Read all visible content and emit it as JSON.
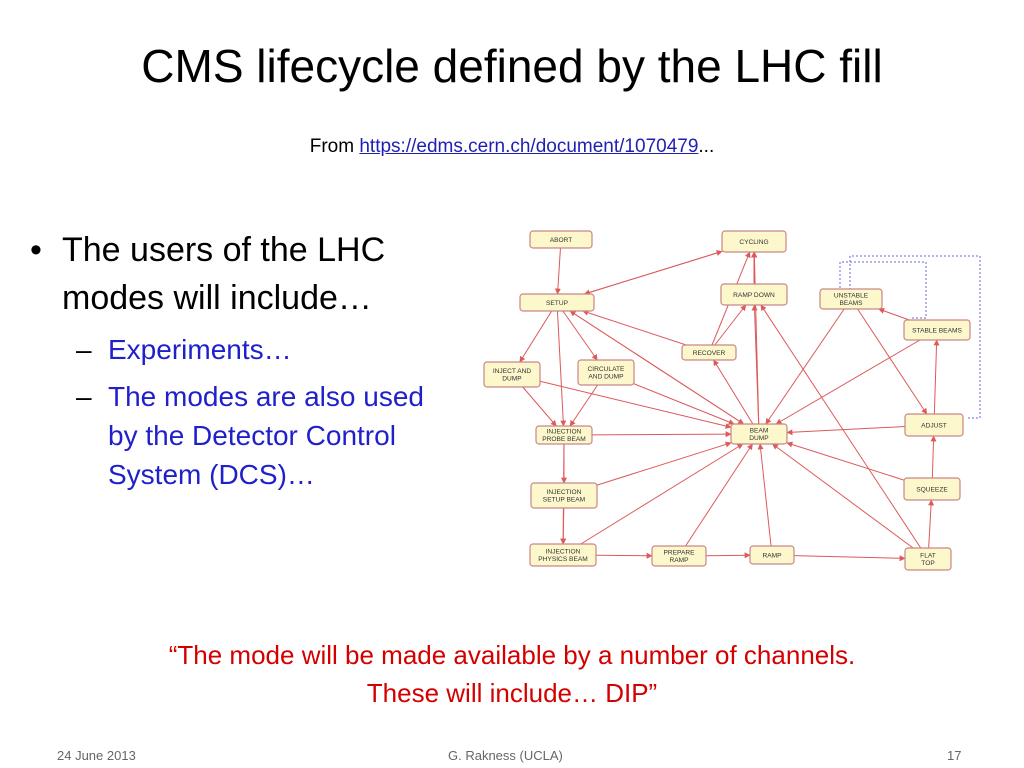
{
  "title": "CMS lifecycle defined by the LHC fill",
  "source": {
    "prefix": "From ",
    "link": "https://edms.cern.ch/document/1070479",
    "suffix": "..."
  },
  "bullets": {
    "main": "The users of the LHC modes will include…",
    "sub1": "Experiments…",
    "sub2": "The modes are also used by the Detector Control System (DCS)…"
  },
  "quote": {
    "line1": "“The mode will be made available by a number of channels.",
    "line2": "These will include… DIP”"
  },
  "footer": {
    "date": "24 June 2013",
    "author": "G. Rakness (UCLA)",
    "page": "17"
  },
  "diagram": {
    "nodes": [
      {
        "id": "abort",
        "lines": [
          "ABORT"
        ]
      },
      {
        "id": "cycling",
        "lines": [
          "CYCLING"
        ]
      },
      {
        "id": "setup",
        "lines": [
          "SETUP"
        ]
      },
      {
        "id": "ramp_down",
        "lines": [
          "RAMP DOWN"
        ]
      },
      {
        "id": "unstable",
        "lines": [
          "UNSTABLE",
          "BEAMS"
        ]
      },
      {
        "id": "stable",
        "lines": [
          "STABLE BEAMS"
        ]
      },
      {
        "id": "recover",
        "lines": [
          "RECOVER"
        ]
      },
      {
        "id": "inject_dump",
        "lines": [
          "INJECT AND",
          "DUMP"
        ]
      },
      {
        "id": "circulate",
        "lines": [
          "CIRCULATE",
          "AND DUMP"
        ]
      },
      {
        "id": "adjust",
        "lines": [
          "ADJUST"
        ]
      },
      {
        "id": "inj_probe",
        "lines": [
          "INJECTION",
          "PROBE BEAM"
        ]
      },
      {
        "id": "beam_dump",
        "lines": [
          "BEAM",
          "DUMP"
        ]
      },
      {
        "id": "inj_setup",
        "lines": [
          "INJECTION",
          "SETUP BEAM"
        ]
      },
      {
        "id": "squeeze",
        "lines": [
          "SQUEEZE"
        ]
      },
      {
        "id": "inj_physics",
        "lines": [
          "INJECTION",
          "PHYSICS BEAM"
        ]
      },
      {
        "id": "prepare_ramp",
        "lines": [
          "PREPARE",
          "RAMP"
        ]
      },
      {
        "id": "ramp",
        "lines": [
          "RAMP"
        ]
      },
      {
        "id": "flat_top",
        "lines": [
          "FLAT",
          "TOP"
        ]
      }
    ],
    "edges": [
      [
        "abort",
        "setup"
      ],
      [
        "setup",
        "inject_dump"
      ],
      [
        "setup",
        "circulate"
      ],
      [
        "setup",
        "inj_probe"
      ],
      [
        "setup",
        "cycling"
      ],
      [
        "setup",
        "beam_dump"
      ],
      [
        "cycling",
        "setup"
      ],
      [
        "ramp_down",
        "cycling"
      ],
      [
        "recover",
        "setup"
      ],
      [
        "recover",
        "ramp_down"
      ],
      [
        "recover",
        "cycling"
      ],
      [
        "inject_dump",
        "inj_probe"
      ],
      [
        "circulate",
        "inj_probe"
      ],
      [
        "inj_probe",
        "inj_setup"
      ],
      [
        "inj_setup",
        "inj_physics"
      ],
      [
        "inj_probe",
        "beam_dump"
      ],
      [
        "inj_setup",
        "beam_dump"
      ],
      [
        "inj_physics",
        "beam_dump"
      ],
      [
        "inj_physics",
        "prepare_ramp"
      ],
      [
        "prepare_ramp",
        "ramp"
      ],
      [
        "ramp",
        "flat_top"
      ],
      [
        "flat_top",
        "squeeze"
      ],
      [
        "squeeze",
        "adjust"
      ],
      [
        "adjust",
        "stable"
      ],
      [
        "stable",
        "unstable"
      ],
      [
        "unstable",
        "adjust"
      ],
      [
        "unstable",
        "beam_dump"
      ],
      [
        "stable",
        "beam_dump"
      ],
      [
        "adjust",
        "beam_dump"
      ],
      [
        "squeeze",
        "beam_dump"
      ],
      [
        "flat_top",
        "beam_dump"
      ],
      [
        "ramp",
        "beam_dump"
      ],
      [
        "prepare_ramp",
        "beam_dump"
      ],
      [
        "beam_dump",
        "setup"
      ],
      [
        "beam_dump",
        "recover"
      ],
      [
        "beam_dump",
        "ramp_down"
      ],
      [
        "beam_dump",
        "cycling"
      ],
      [
        "flat_top",
        "ramp_down"
      ],
      [
        "circulate",
        "beam_dump"
      ],
      [
        "inject_dump",
        "beam_dump"
      ],
      [
        "inj_probe",
        "inj_physics"
      ]
    ]
  }
}
